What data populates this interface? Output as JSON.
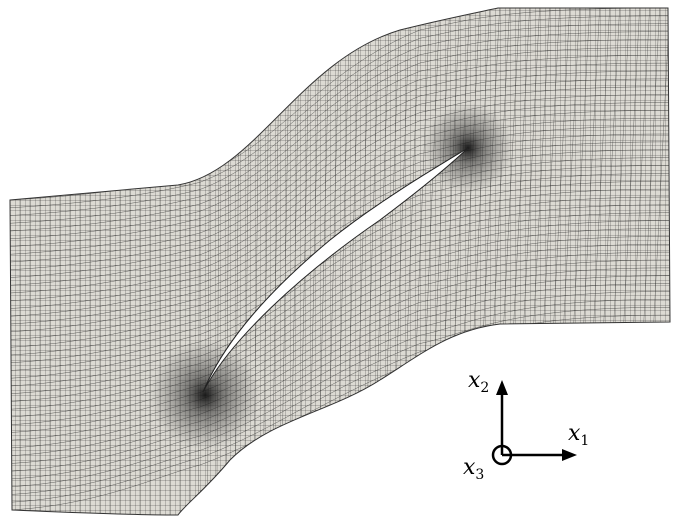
{
  "figure": {
    "mesh_fill": "#dcdad3",
    "mesh_line": "#2a2a2a",
    "background": "#ffffff"
  },
  "axes": {
    "x1": {
      "base": "x",
      "sub": "1"
    },
    "x2": {
      "base": "x",
      "sub": "2"
    },
    "x3": {
      "base": "x",
      "sub": "3"
    },
    "color": "#000000"
  }
}
